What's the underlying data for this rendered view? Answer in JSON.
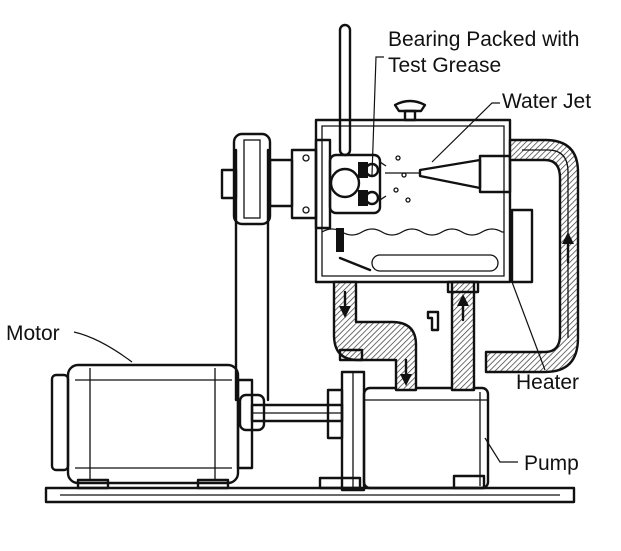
{
  "labels": {
    "bearing_line1": "Bearing Packed with",
    "bearing_line2": "Test Grease",
    "water_jet": "Water Jet",
    "motor": "Motor",
    "heater": "Heater",
    "pump": "Pump"
  },
  "colors": {
    "ink": "#111111",
    "paper": "#ffffff"
  }
}
